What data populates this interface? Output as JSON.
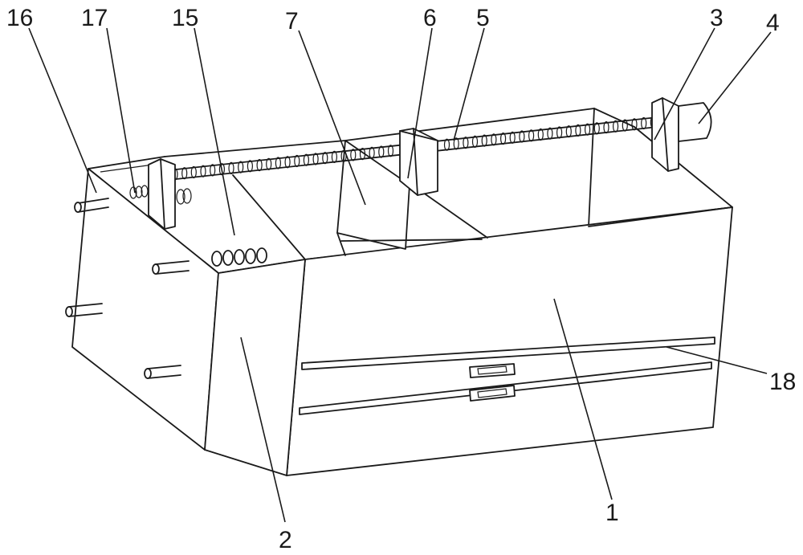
{
  "figure": {
    "labels": {
      "l1": "1",
      "l2": "2",
      "l3": "3",
      "l4": "4",
      "l5": "5",
      "l6": "6",
      "l7": "7",
      "l15": "15",
      "l16": "16",
      "l17": "17",
      "l18": "18"
    }
  }
}
